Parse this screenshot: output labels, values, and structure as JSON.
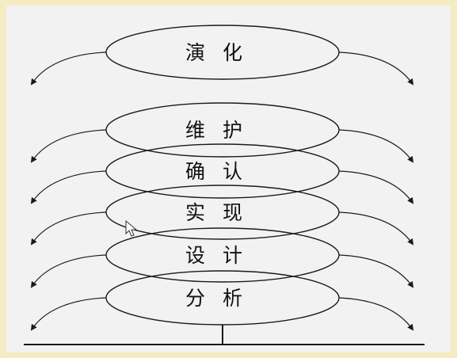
{
  "stages": [
    {
      "id": "evolution",
      "label": "演化"
    },
    {
      "id": "maintenance",
      "label": "维护"
    },
    {
      "id": "validation",
      "label": "确认"
    },
    {
      "id": "implementation",
      "label": "实现"
    },
    {
      "id": "design",
      "label": "设计"
    },
    {
      "id": "analysis",
      "label": "分析"
    }
  ],
  "colors": {
    "background": "#f4ecc2",
    "panel": "#f2f2f2",
    "stroke": "#1a1a1a"
  },
  "icons": {
    "cursor": "mouse-pointer-icon"
  }
}
